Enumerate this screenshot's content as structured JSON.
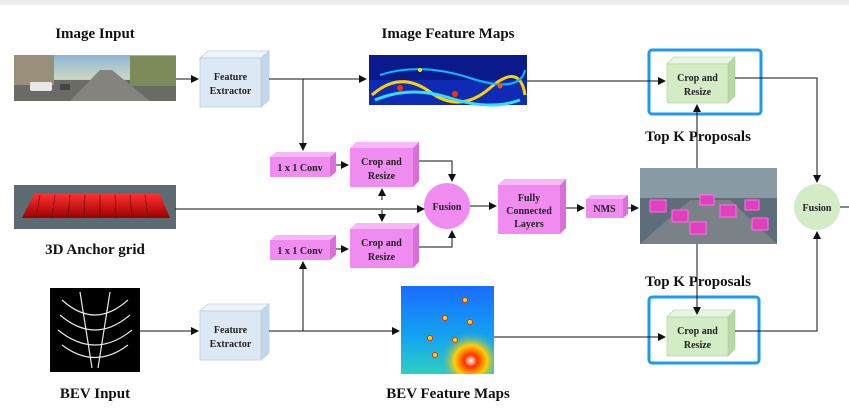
{
  "labels": {
    "image_input": "Image Input",
    "image_feature_maps": "Image Feature Maps",
    "anchor_grid": "3D Anchor grid",
    "bev_input": "BEV Input",
    "bev_feature_maps": "BEV Feature Maps",
    "top_k_upper": "Top K Proposals",
    "top_k_lower": "Top K Proposals"
  },
  "boxes": {
    "feature_extractor_top": [
      "Feature",
      "Extractor"
    ],
    "feature_extractor_bottom": [
      "Feature",
      "Extractor"
    ],
    "conv_top": [
      "1 x 1 Conv"
    ],
    "conv_bottom": [
      "1 x 1 Conv"
    ],
    "crop_resize_mid_top": [
      "Crop and",
      "Resize"
    ],
    "crop_resize_mid_bottom": [
      "Crop and",
      "Resize"
    ],
    "fully_connected": [
      "Fully",
      "Connected",
      "Layers"
    ],
    "nms": [
      "NMS"
    ],
    "crop_resize_right_top": [
      "Crop and",
      "Resize"
    ],
    "crop_resize_right_bottom": [
      "Crop and",
      "Resize"
    ]
  },
  "nodes": {
    "fusion_mid": "Fusion",
    "fusion_right": "Fusion"
  },
  "colors": {
    "feature_extractor": "#dce8f4",
    "pink_box": "#f08cf0",
    "green_box": "#d3ecc6",
    "highlight": "#1e9bf0"
  }
}
